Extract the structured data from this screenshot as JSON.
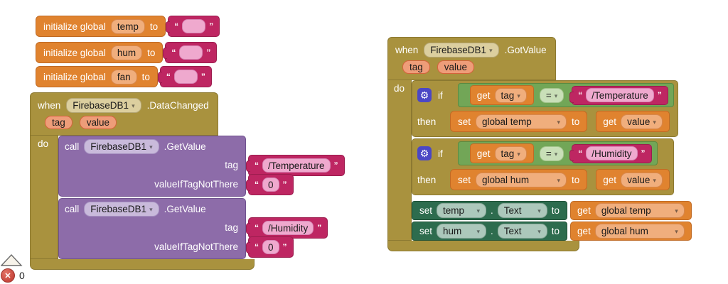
{
  "palette": {
    "gold": "#a9923e",
    "gold-border": "#8c7931",
    "orange": "#e0832f",
    "orange-border": "#c06a24",
    "orange-field": "#f0ae7d",
    "orange-field-border": "#d8874c",
    "chip": "#ee9d79",
    "chip-border": "#d4633c",
    "magenta": "#be2662",
    "magenta-border": "#9b1d4e",
    "pink-field": "#efa9ce",
    "pink-field-border": "#d884b4",
    "purple": "#8d6ca9",
    "purple-border": "#70528f",
    "purple-field": "#c9badb",
    "purple-field-border": "#a792c2",
    "cream-field": "#dccf9f",
    "cream-field-border": "#b6a877",
    "green": "#72a657",
    "green-border": "#5a8a41",
    "green-field": "#c9dfb8",
    "green-field-border": "#a3c48c",
    "dark-green": "#2d6c4e",
    "dark-green-border": "#1e5136",
    "sage-field": "#acc8bb",
    "sage-field-border": "#8aa99a",
    "gear-bg": "#4b47c5",
    "error-red": "#c8473d",
    "error-red-border": "#9e332c",
    "text-on-block": "#ffffff",
    "text-on-field": "#1a1a1a"
  },
  "icons": {
    "dropdown_arrow": "▾",
    "gear": "⚙",
    "error_x": "✕"
  },
  "labels": {
    "initialize_global": "initialize global",
    "to": "to",
    "when": "when",
    "do": "do",
    "call": "call",
    "if": "if",
    "then": "then",
    "set": "set",
    "get": "get",
    "dot": ".",
    "quote_open": "“",
    "quote_close": "”"
  },
  "init_blocks": [
    {
      "name": "temp",
      "value": ""
    },
    {
      "name": "hum",
      "value": ""
    },
    {
      "name": "fan",
      "value": ""
    }
  ],
  "data_changed": {
    "component": "FirebaseDB1",
    "event": ".DataChanged",
    "params": [
      "tag",
      "value"
    ],
    "calls": [
      {
        "component": "FirebaseDB1",
        "method": ".GetValue",
        "args": [
          {
            "label": "tag",
            "value": "/Temperature"
          },
          {
            "label": "valueIfTagNotThere",
            "value": "0"
          }
        ]
      },
      {
        "component": "FirebaseDB1",
        "method": ".GetValue",
        "args": [
          {
            "label": "tag",
            "value": "/Humidity"
          },
          {
            "label": "valueIfTagNotThere",
            "value": "0"
          }
        ]
      }
    ]
  },
  "got_value": {
    "component": "FirebaseDB1",
    "event": ".GotValue",
    "params": [
      "tag",
      "value"
    ],
    "conditions": [
      {
        "get_var": "tag",
        "operator": "=",
        "compare_text": "/Temperature",
        "set_var": "global temp",
        "value_var": "value"
      },
      {
        "get_var": "tag",
        "operator": "=",
        "compare_text": "/Humidity",
        "set_var": "global hum",
        "value_var": "value"
      }
    ],
    "property_setters": [
      {
        "component": "temp",
        "property": "Text",
        "get_var": "global temp"
      },
      {
        "component": "hum",
        "property": "Text",
        "get_var": "global hum"
      }
    ]
  },
  "status_bar": {
    "error_count": "0"
  }
}
